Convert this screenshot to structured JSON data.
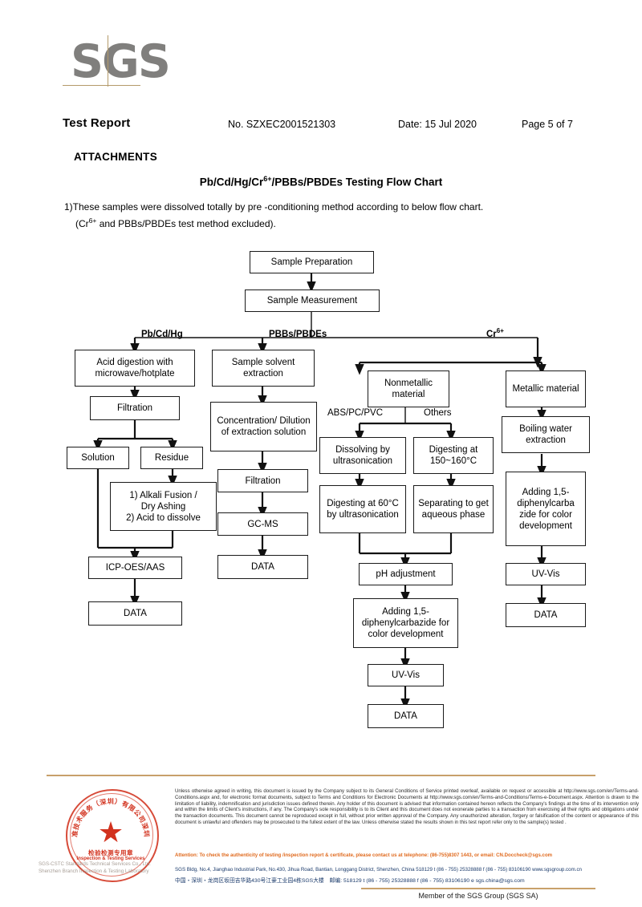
{
  "header": {
    "logo": "SGS",
    "report_title": "Test Report",
    "report_no": "No. SZXEC2001521303",
    "report_date": "Date: 15 Jul 2020",
    "page_info": "Page 5 of 7",
    "attachments_label": "ATTACHMENTS"
  },
  "chart_heading": {
    "prefix": "Pb/Cd/Hg/Cr",
    "sup": "6+",
    "suffix": "/PBBs/PBDEs Testing Flow Chart"
  },
  "note": {
    "line1": "1)These samples were dissolved totally by pre -conditioning method according to below flow chart.",
    "line2_prefix": "(Cr",
    "line2_sup": "6+",
    "line2_suffix": " and PBBs/PBDEs  test method excluded)."
  },
  "flow": {
    "nodes": {
      "sample_preparation": "Sample Preparation",
      "sample_measurement": "Sample Measurement",
      "acid_digestion": "Acid digestion with microwave/hotplate",
      "filtration_left": "Filtration",
      "solution": "Solution",
      "residue": "Residue",
      "alkali_fusion": "1) Alkali Fusion / Dry Ashing 2) Acid to dissolve",
      "alkali_fusion_l1": "1) Alkali Fusion /",
      "alkali_fusion_l2": "Dry Ashing",
      "alkali_fusion_l3": "2) Acid to dissolve",
      "icp_oes_aas": "ICP-OES/AAS",
      "data_left": "DATA",
      "sample_solvent_extraction": "Sample solvent extraction",
      "concentration_dilution": "Concentration/ Dilution of extraction solution",
      "filtration_mid": "Filtration",
      "gc_ms": "GC-MS",
      "data_mid": "DATA",
      "nonmetallic_material": "Nonmetallic material",
      "metallic_material": "Metallic material",
      "dissolving_ultrasonication": "Dissolving by ultrasonication",
      "digesting_150_160": "Digesting at 150~160°C",
      "digesting_60_ultrasonication": "Digesting at 60°C by ultrasonication",
      "separating_aqueous": "Separating to get aqueous phase",
      "ph_adjustment": "pH adjustment",
      "adding_dpc_color": "Adding 1,5-diphenylcarbazide for color development",
      "uv_vis_cr": "UV-Vis",
      "data_cr": "DATA",
      "boiling_water_extraction": "Boiling water extraction",
      "adding_dpc_color_metal": "Adding 1,5-diphenylcarba zide for color development",
      "uv_vis_metal": "UV-Vis",
      "data_metal": "DATA"
    },
    "branch_labels": {
      "pb_cd_hg": "Pb/Cd/Hg",
      "pbbs_pbdes": "PBBs/PBDEs",
      "cr6_prefix": "Cr",
      "cr6_sup": "6+",
      "abs_pc_pvc": "ABS/PC/PVC",
      "others": "Others"
    }
  },
  "footer": {
    "disclaimer": "Unless otherwise agreed in writing, this document is issued by the Company subject to its General Conditions of Service printed overleaf, available on request or accessible at http://www.sgs.com/en/Terms-and-Conditions.aspx and, for electronic format documents, subject to Terms and Conditions for Electronic Documents at http://www.sgs.com/en/Terms-and-Conditions/Terms-e-Document.aspx. Attention is drawn to the limitation of liability, indemnification and jurisdiction issues defined therein. Any holder of this document is advised that information contained hereon reflects the Company's findings at the time of its intervention only and within the limits of Client's instructions, if any. The Company's sole responsibility is to its Client and this document does not exonerate parties to a transaction from exercising all their rights and obligations under the transaction documents. This document cannot be reproduced except in full, without prior written approval of the Company. Any unauthorized alteration, forgery or falsification of the content or appearance of this document is unlawful and offenders may be prosecuted to the fullest extent of the law. Unless otherwise stated the results shown in this test report refer only to the sample(s) tested .",
    "attention": "Attention: To check the authenticity of testing /inspection report & certificate, please contact us at telephone: (86-755)8307 1443, or email: CN.Doccheck@sgs.com",
    "address_en": "SGS Bldg, No.4, Jianghao Industrial Park, No.430, Jihua Road, Bantian, Longgang District, Shenzhen, China 518129    t (86 - 755) 25328888   f (86 - 755) 83106190    www.sgsgroup.com.cn",
    "address_cn": "中国・深圳・龙岗区坂田吉华路430号江豪工业园4栋SGS大楼　邮编: 518129    t (86 - 755) 25328888   f (86 - 755) 83106190    e sgs.china@sgs.com",
    "member": "Member of the SGS Group (SGS SA)",
    "stamp_cn": "检验检测专用章",
    "stamp_en": "Inspection & Testing Services",
    "stamp_arc_cn": "通标标准技术服务（深圳）有限公司深圳分公司",
    "stamp_bottom_l1": "SGS-CSTC Standards Technical Services Co., Ltd.",
    "stamp_bottom_l2": "Shenzhen Branch Inspection & Testing Laboratory"
  },
  "colors": {
    "rule": "#c8a06a",
    "stamp": "#d2321e",
    "attention": "#e06a1e",
    "logo": "#807f7d",
    "address": "#1a3a6b"
  }
}
